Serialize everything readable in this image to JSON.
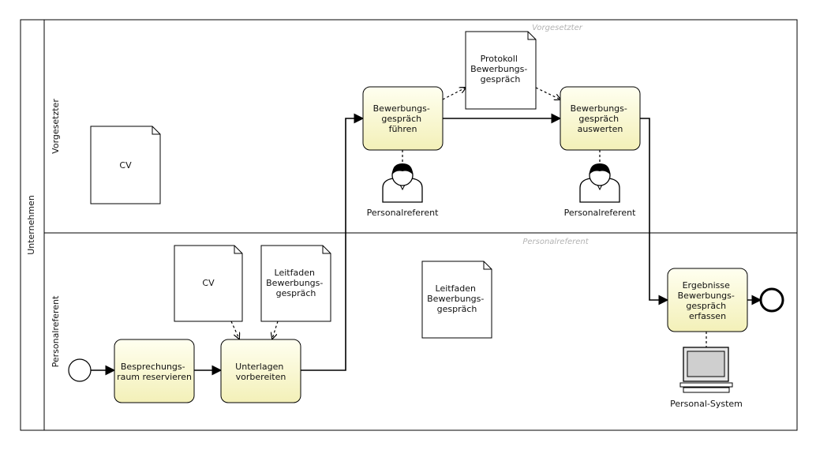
{
  "pool": {
    "label": "Unternehmen"
  },
  "lanes": [
    {
      "id": "vorgesetzter",
      "label": "Vorgesetzter",
      "watermark": "Vorgesetzter"
    },
    {
      "id": "personalreferent",
      "label": "Personalreferent",
      "watermark": "Personalreferent"
    }
  ],
  "tasks": [
    {
      "id": "t1",
      "lines": [
        "Besprechungs-",
        "raum reservieren"
      ]
    },
    {
      "id": "t2",
      "lines": [
        "Unterlagen",
        "vorbereiten"
      ]
    },
    {
      "id": "t3",
      "lines": [
        "Bewerbungs-",
        "gespräch",
        "führen"
      ]
    },
    {
      "id": "t4",
      "lines": [
        "Bewerbungs-",
        "gespräch",
        "auswerten"
      ]
    },
    {
      "id": "t5",
      "lines": [
        "Ergebnisse",
        "Bewerbungs-",
        "gespräch",
        "erfassen"
      ]
    }
  ],
  "documents": [
    {
      "id": "d_cv_top",
      "lines": [
        "CV"
      ]
    },
    {
      "id": "d_cv_bottom",
      "lines": [
        "CV"
      ]
    },
    {
      "id": "d_leitfaden_1",
      "lines": [
        "Leitfaden",
        "Bewerbungs-",
        "gespräch"
      ]
    },
    {
      "id": "d_leitfaden_2",
      "lines": [
        "Leitfaden",
        "Bewerbungs-",
        "gespräch"
      ]
    },
    {
      "id": "d_protokoll",
      "lines": [
        "Protokoll",
        "Bewerbungs-",
        "gespräch"
      ]
    }
  ],
  "actors": [
    {
      "id": "a1",
      "label": "Personalreferent"
    },
    {
      "id": "a2",
      "label": "Personalreferent"
    }
  ],
  "systems": [
    {
      "id": "s1",
      "label": "Personal-System"
    }
  ],
  "colors": {
    "task_fill_top": "#fffff0",
    "task_fill_bottom": "#f3f0b8",
    "stroke": "#000000",
    "watermark": "#b3b3b3"
  }
}
